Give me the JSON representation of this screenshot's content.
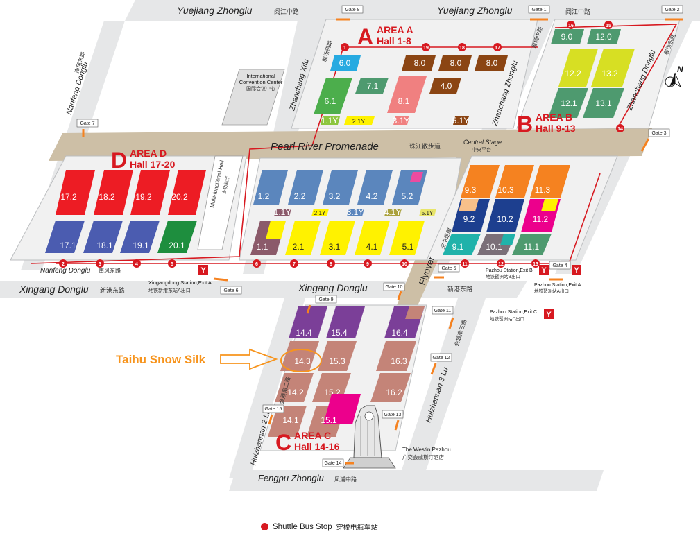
{
  "roads": {
    "top_left": "Yuejiang Zhonglu",
    "top_left_cn": "阅江中路",
    "top_right": "Yuejiang Zhonglu",
    "top_right_cn": "阅江中路",
    "pearl_river": "Pearl River Promenade",
    "pearl_river_cn": "珠江散步道",
    "nanfeng_vertical": "Nanfeng Donglu",
    "nanfeng_vertical_cn": "南风东路",
    "nanfeng_bottom": "Nanfeng Donglu",
    "nanfeng_bottom_cn": "南风东路",
    "xingang_left": "Xingang Donglu",
    "xingang_left_cn": "新港东路",
    "xingang_mid": "Xingang Donglu",
    "xingang_mid_cn": "新港东路",
    "zhanchang_xilu": "Zhanchang Xilu",
    "zhanchang_xilu_cn": "展场西路",
    "zhanchang_zhonglu": "Zhanchang Zhonglu",
    "zhanchang_zhonglu_cn": "展场中路",
    "zhanchang_donglu": "Zhanchang Donglu",
    "zhanchang_donglu_cn": "展场东路",
    "huizhannan2": "Huizhannan 2 Lu",
    "huizhannan2_cn": "会展南二路",
    "huizhannan3": "Huizhannan 3 Lu",
    "huizhannan3_cn": "会展南三路",
    "fengpu": "Fengpu Zhonglu",
    "fengpu_cn": "凤浦中路",
    "flyover": "Flyover",
    "flyover_cn": "空中走廊"
  },
  "places": {
    "icc": "International",
    "icc2": "Convention Center",
    "icc_cn": "国际会议中心",
    "central_stage": "Central Stage",
    "central_stage_cn": "中央平台",
    "multi_hall": "Multi-functional Hall",
    "multi_hall_cn": "多功能厅",
    "westin": "The Westin Pazhou",
    "westin_cn": "广交会威斯汀酒店"
  },
  "areas": {
    "a_letter": "A",
    "a_area": "AREA A",
    "a_hall": "Hall 1-8",
    "b_letter": "B",
    "b_area": "AREA B",
    "b_hall": "Hall 9-13",
    "c_letter": "C",
    "c_area": "AREA C",
    "c_hall": "Hall 14-16",
    "d_letter": "D",
    "d_area": "AREA D",
    "d_hall": "Hall 17-20"
  },
  "gates": [
    "Gate 1",
    "Gate 2",
    "Gate 3",
    "Gate 4",
    "Gate 5",
    "Gate 6",
    "Gate 7",
    "Gate 8",
    "Gate 9",
    "Gate 10",
    "Gate 11",
    "Gate 12",
    "Gate 13",
    "Gate 14",
    "Gate 15"
  ],
  "stations": {
    "xingangdong": "Xingangdong Station,Exit A",
    "xingangdong_cn": "地铁新港东站A出口",
    "pazhou_b": "Pazhou Station,Exit B",
    "pazhou_b_cn": "地铁琶洲站B出口",
    "pazhou_a": "Pazhou Station,Exit A",
    "pazhou_a_cn": "地铁琶洲站A出口",
    "pazhou_c": "Pazhou Station,Exit C",
    "pazhou_c_cn": "地铁琶洲站C出口"
  },
  "stops": [
    "1",
    "2",
    "3",
    "4",
    "5",
    "6",
    "7",
    "8",
    "9",
    "10",
    "11",
    "12",
    "13",
    "14",
    "15",
    "16",
    "17",
    "18",
    "19"
  ],
  "halls": {
    "h6_0": "6.0",
    "h8_0a": "8.0",
    "h8_0b": "8.0",
    "h8_0c": "8.0",
    "h7_1": "7.1",
    "h6_1": "6.1",
    "h8_1": "8.1",
    "h4_0": "4.0",
    "h1_1y": "1.1Y",
    "h2_1y": "2.1Y",
    "h3_1y": "3.1Y",
    "h5_1y": "5.1Y",
    "h9_0": "9.0",
    "h12_0": "12.0",
    "h12_2": "12.2",
    "h13_2": "13.2",
    "h12_1": "12.1",
    "h13_1": "13.1",
    "h17_2": "17.2",
    "h18_2": "18.2",
    "h19_2": "19.2",
    "h20_2": "20.2",
    "h17_1": "17.1",
    "h18_1": "18.1",
    "h19_1": "19.1",
    "h20_1": "20.1",
    "h1_2": "1.2",
    "h2_2": "2.2",
    "h3_2": "3.2",
    "h4_2": "4.2",
    "h5_2": "5.2",
    "h1_1yb": "1.1Y",
    "h2_1yb": "2.1Y",
    "h3_1yb": "3.1Y",
    "h4_1yb": "4.1Y",
    "h5_1yb": "5.1Y",
    "h1_1": "1.1",
    "h2_1": "2.1",
    "h3_1": "3.1",
    "h4_1": "4.1",
    "h5_1": "5.1",
    "h9_3": "9.3",
    "h10_3": "10.3",
    "h11_3": "11.3",
    "h9_2": "9.2",
    "h10_2": "10.2",
    "h11_2": "11.2",
    "h9_1": "9.1",
    "h10_1": "10.1",
    "h11_1": "11.1",
    "h14_4": "14.4",
    "h15_4": "15.4",
    "h16_4": "16.4",
    "h14_3": "14.3",
    "h15_3": "15.3",
    "h16_3": "16.3",
    "h14_2": "14.2",
    "h15_2": "15.2",
    "h16_2": "16.2",
    "h14_1": "14.1",
    "h15_1": "15.1"
  },
  "callout": "Taihu Snow Silk",
  "north": "N",
  "legend": {
    "label": "Shuttle Bus Stop",
    "label_cn": "穿梭电瓶车站"
  },
  "colors": {
    "red": "#d71920",
    "blue": "#5b86bd",
    "yellow": "#fff200",
    "orange": "#f58220",
    "purple": "#7b3f98",
    "salmon": "#c48478",
    "green": "#4e9a6f",
    "callout": "#f7941d"
  }
}
